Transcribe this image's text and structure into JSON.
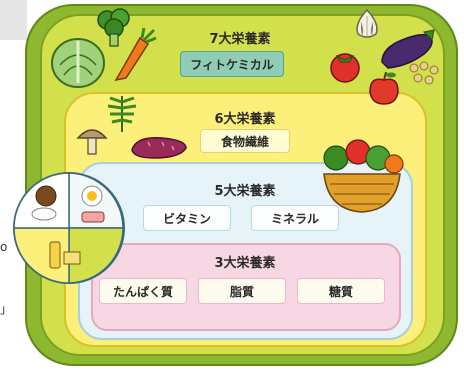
{
  "edge_fragments": [
    "o",
    "」"
  ],
  "layers": {
    "seven": {
      "title": "7大栄養素",
      "items": [
        "フィトケミカル"
      ]
    },
    "six": {
      "title": "6大栄養素",
      "items": [
        "食物繊維"
      ]
    },
    "five": {
      "title": "5大栄養素",
      "items": [
        "ビタミン",
        "ミネラル"
      ]
    },
    "three": {
      "title": "3大栄養素",
      "items": [
        "たんぱく質",
        "脂質",
        "糖質"
      ]
    }
  },
  "illustrations": [
    "broccoli-icon",
    "cabbage-icon",
    "carrot-icon",
    "garlic-icon",
    "eggplant-icon",
    "tomato-icon",
    "apple-icon",
    "soybeans-icon",
    "herb-icon",
    "mushroom-icon",
    "sweet-potato-icon",
    "vegetable-basket-icon",
    "food-plate-icon"
  ],
  "colors": {
    "outer": "#8db82f",
    "layer7": "#d2e04c",
    "layer6": "#fcf07a",
    "layer5": "#e6f4f9",
    "layer3": "#f8d7e4",
    "phyto_pill": "#8fcdb8"
  }
}
